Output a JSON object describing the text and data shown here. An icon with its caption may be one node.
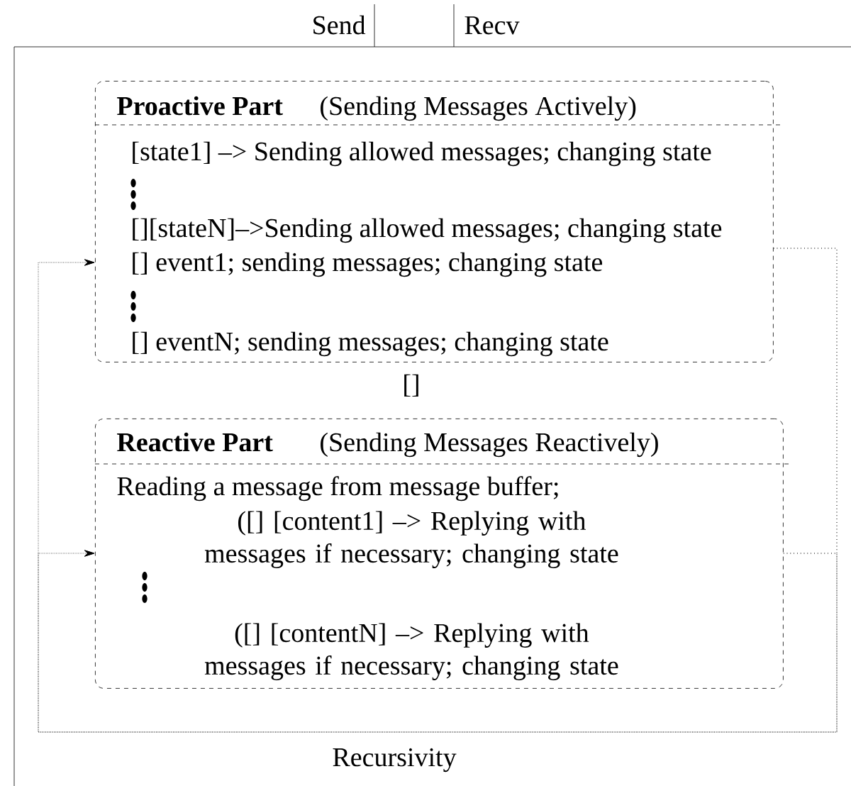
{
  "diagram": {
    "nodes": [
      {
        "text": [],
        "shape": "box"
      },
      {
        "text": [
          "Proactive Part",
          "(Sending Messages Actively)",
          "[state1] –> Sending allowed messages; changing state",
          "[][stateN]–>Sending allowed messages; changing state",
          "[] event1; sending messages; changing state",
          "[] eventN; sending messages; changing state"
        ],
        "in": 0
      },
      {
        "text": [
          "Reactive Part",
          "(Sending Messages Reactively)",
          "Reading a message from message buffer;",
          "([] [content1] –> Replying with messages if necessary; changing state",
          "([] [contentN] –> Replying with messages if necessary; changing state"
        ],
        "in": 0
      }
    ],
    "edges": [
      {
        "from": 1,
        "to": 1,
        "arrow": "to"
      },
      {
        "from": 1,
        "to": 2,
        "arrow": "to"
      },
      {
        "from": 2,
        "to": 1,
        "arrow": "to"
      },
      {
        "from": 2,
        "to": 2,
        "arrow": "to"
      }
    ],
    "labels": [
      "Send",
      "Recv",
      "[]",
      "Recursivity"
    ]
  }
}
